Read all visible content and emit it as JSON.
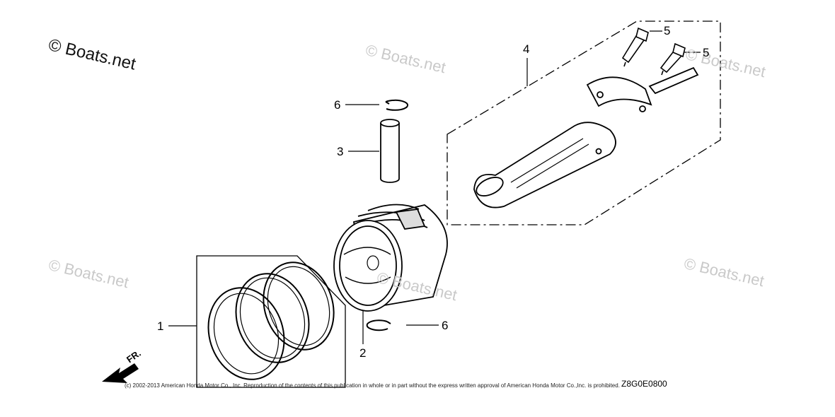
{
  "watermarks": {
    "main": "© Boats.net",
    "faint": "© Boats.net"
  },
  "callouts": {
    "c1": "1",
    "c2": "2",
    "c3": "3",
    "c4": "4",
    "c5a": "5",
    "c5b": "5",
    "c6a": "6",
    "c6b": "6"
  },
  "front_arrow_label": "FR.",
  "drawing_id": "Z8G0E0800",
  "copyright": "(c) 2002-2013 American Honda Motor Co., Inc. Reproduction of the contents of this publication in whole or in part without the express written approval of American Honda Motor Co.,Inc. is prohibited.",
  "colors": {
    "line": "#000000",
    "watermark": "#c9c9c9"
  }
}
